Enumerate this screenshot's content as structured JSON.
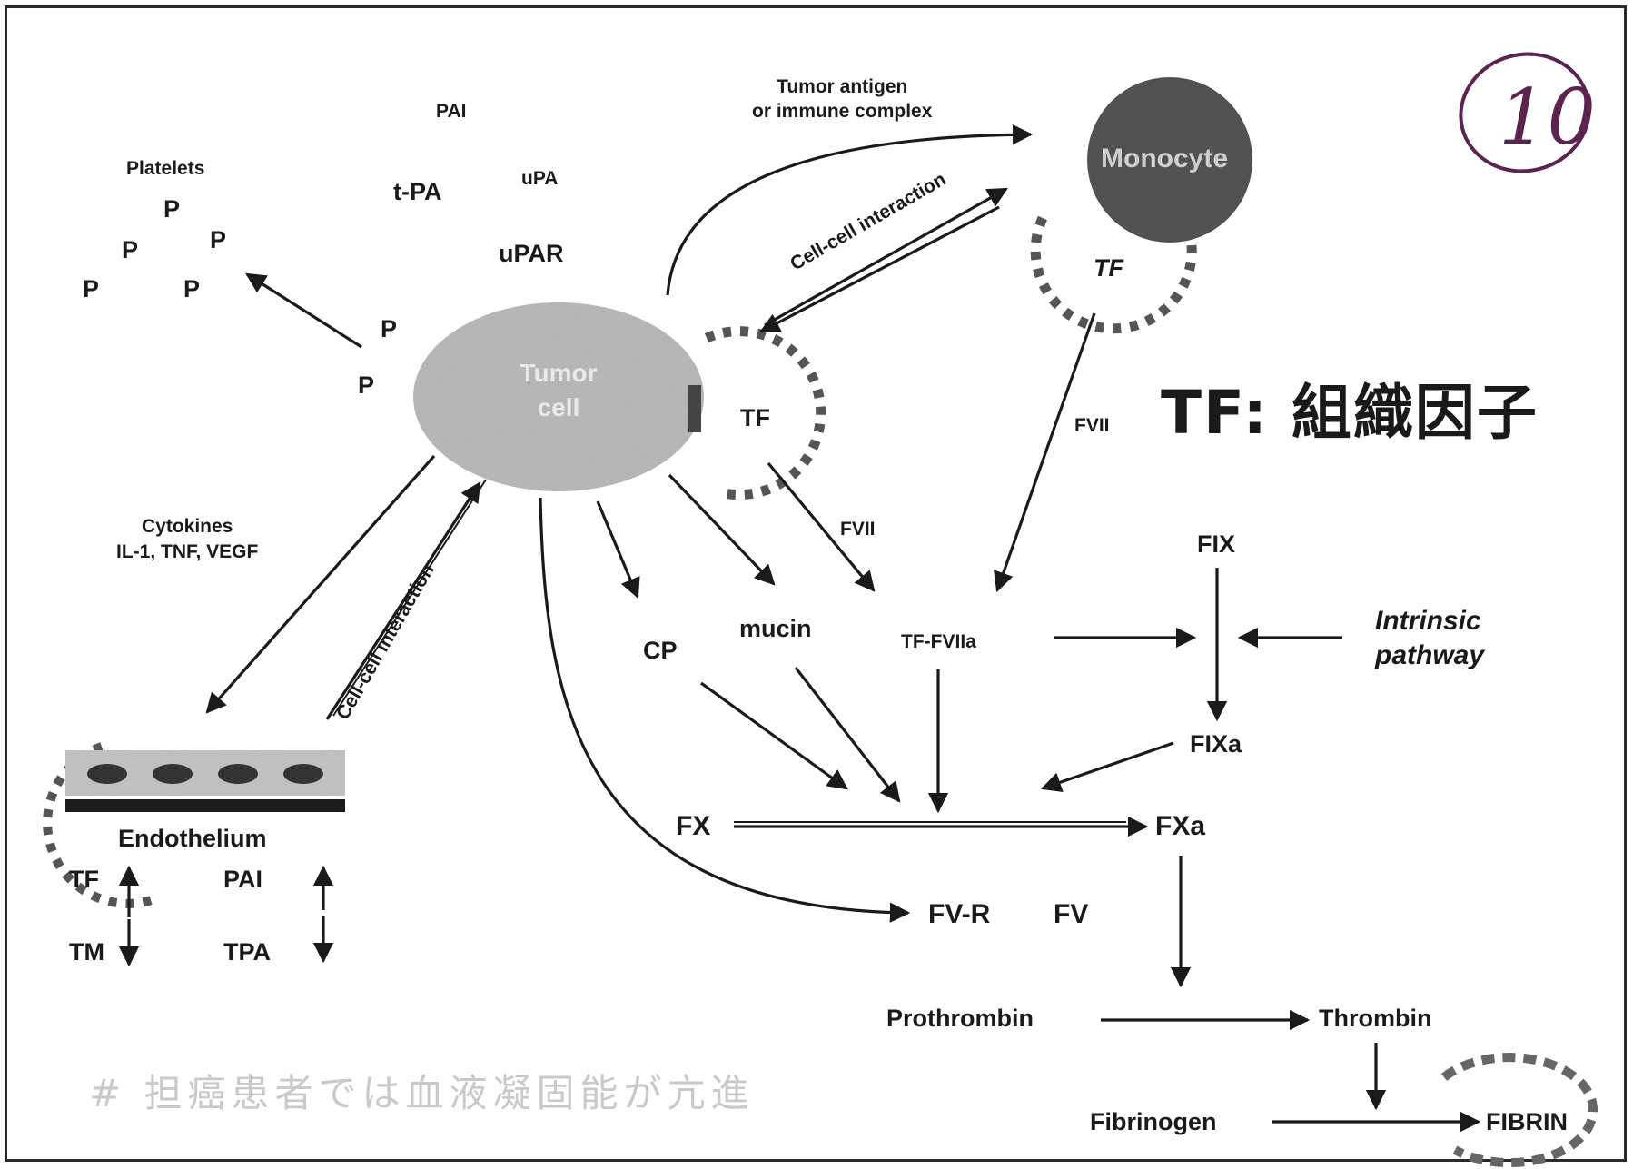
{
  "cells": {
    "tumor": "Tumor\ncell",
    "monocyte": "Monocyte"
  },
  "labels": {
    "tumor_antigen": "Tumor antigen\nor immune complex",
    "pai_top": "PAI",
    "platelets": "Platelets",
    "t_pa": "t-PA",
    "u_pa": "uPA",
    "upar": "uPAR",
    "p": "P",
    "cell_cell_top": "Cell-cell interaction",
    "cell_cell_left": "Cell-cell interaction",
    "tf_mono": "TF",
    "tf_tumor": "TF",
    "fvii_mono": "FVII",
    "fvii_tumor": "FVII",
    "tf_definition": "TF: 組織因子",
    "cytokines": "Cytokines\nIL-1, TNF, VEGF",
    "cp": "CP",
    "mucin": "mucin",
    "tf_fviia": "TF-FVIIa",
    "fix": "FIX",
    "intrinsic": "Intrinsic\npathway",
    "fixa": "FIXa",
    "endothelium": "Endothelium",
    "tf_endo": "TF",
    "pai_endo": "PAI",
    "tm": "TM",
    "tpa": "TPA",
    "fx": "FX",
    "fxa": "FXa",
    "fv_r": "FV-R",
    "fv": "FV",
    "prothrombin": "Prothrombin",
    "thrombin": "Thrombin",
    "fibrinogen": "Fibrinogen",
    "fibrin": "FIBRIN",
    "handwritten_number": "10",
    "footnote": "# 担癌患者では血液凝固能が亢進"
  },
  "colors": {
    "tumor_cell": "#bdbdbd",
    "monocyte": "#555555",
    "ink": "#1a1a1a",
    "handwritten": "#5a2350",
    "footnote": "#c9c9c9"
  }
}
